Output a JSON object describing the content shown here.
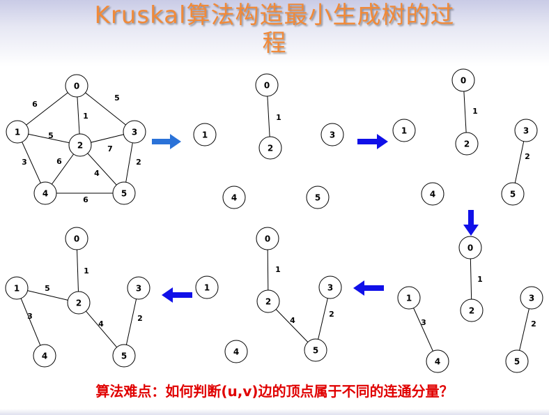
{
  "title": {
    "line1": "Kruskal算法构造最小生成树的过",
    "line2": "程"
  },
  "caption": "算法难点：如何判断(u,v)边的顶点属于不同的连通分量？",
  "colors": {
    "title": "#f08a3a",
    "caption": "#e00000",
    "arrow_panel1": "#2a72d8",
    "arrow": "#1010e8"
  },
  "graphs": [
    {
      "id": "original-graph",
      "nodes": [
        "0",
        "1",
        "2",
        "3",
        "4",
        "5"
      ],
      "edges": [
        {
          "from": "0",
          "to": "1",
          "weight": "6"
        },
        {
          "from": "0",
          "to": "2",
          "weight": "1"
        },
        {
          "from": "0",
          "to": "3",
          "weight": "5"
        },
        {
          "from": "1",
          "to": "2",
          "weight": "5"
        },
        {
          "from": "1",
          "to": "4",
          "weight": "3"
        },
        {
          "from": "2",
          "to": "3",
          "weight": "7"
        },
        {
          "from": "2",
          "to": "4",
          "weight": "6"
        },
        {
          "from": "2",
          "to": "5",
          "weight": "4"
        },
        {
          "from": "3",
          "to": "5",
          "weight": "2"
        },
        {
          "from": "4",
          "to": "5",
          "weight": "6"
        }
      ]
    },
    {
      "id": "step-1",
      "nodes": [
        "0",
        "1",
        "2",
        "3",
        "4",
        "5"
      ],
      "edges": [
        {
          "from": "0",
          "to": "2",
          "weight": "1"
        }
      ]
    },
    {
      "id": "step-2",
      "nodes": [
        "0",
        "1",
        "2",
        "3",
        "4",
        "5"
      ],
      "edges": [
        {
          "from": "0",
          "to": "2",
          "weight": "1"
        },
        {
          "from": "3",
          "to": "5",
          "weight": "2"
        }
      ]
    },
    {
      "id": "step-3",
      "nodes": [
        "0",
        "1",
        "2",
        "3",
        "4",
        "5"
      ],
      "edges": [
        {
          "from": "0",
          "to": "2",
          "weight": "1"
        },
        {
          "from": "3",
          "to": "5",
          "weight": "2"
        },
        {
          "from": "1",
          "to": "4",
          "weight": "3"
        }
      ]
    },
    {
      "id": "step-4",
      "nodes": [
        "0",
        "1",
        "2",
        "3",
        "4",
        "5"
      ],
      "edges": [
        {
          "from": "0",
          "to": "2",
          "weight": "1"
        },
        {
          "from": "3",
          "to": "5",
          "weight": "2"
        },
        {
          "from": "2",
          "to": "5",
          "weight": "4"
        }
      ]
    },
    {
      "id": "step-5",
      "nodes": [
        "0",
        "1",
        "2",
        "3",
        "4",
        "5"
      ],
      "edges": [
        {
          "from": "0",
          "to": "2",
          "weight": "1"
        },
        {
          "from": "3",
          "to": "5",
          "weight": "2"
        },
        {
          "from": "1",
          "to": "4",
          "weight": "3"
        },
        {
          "from": "2",
          "to": "5",
          "weight": "4"
        },
        {
          "from": "1",
          "to": "2",
          "weight": "5"
        }
      ]
    }
  ]
}
